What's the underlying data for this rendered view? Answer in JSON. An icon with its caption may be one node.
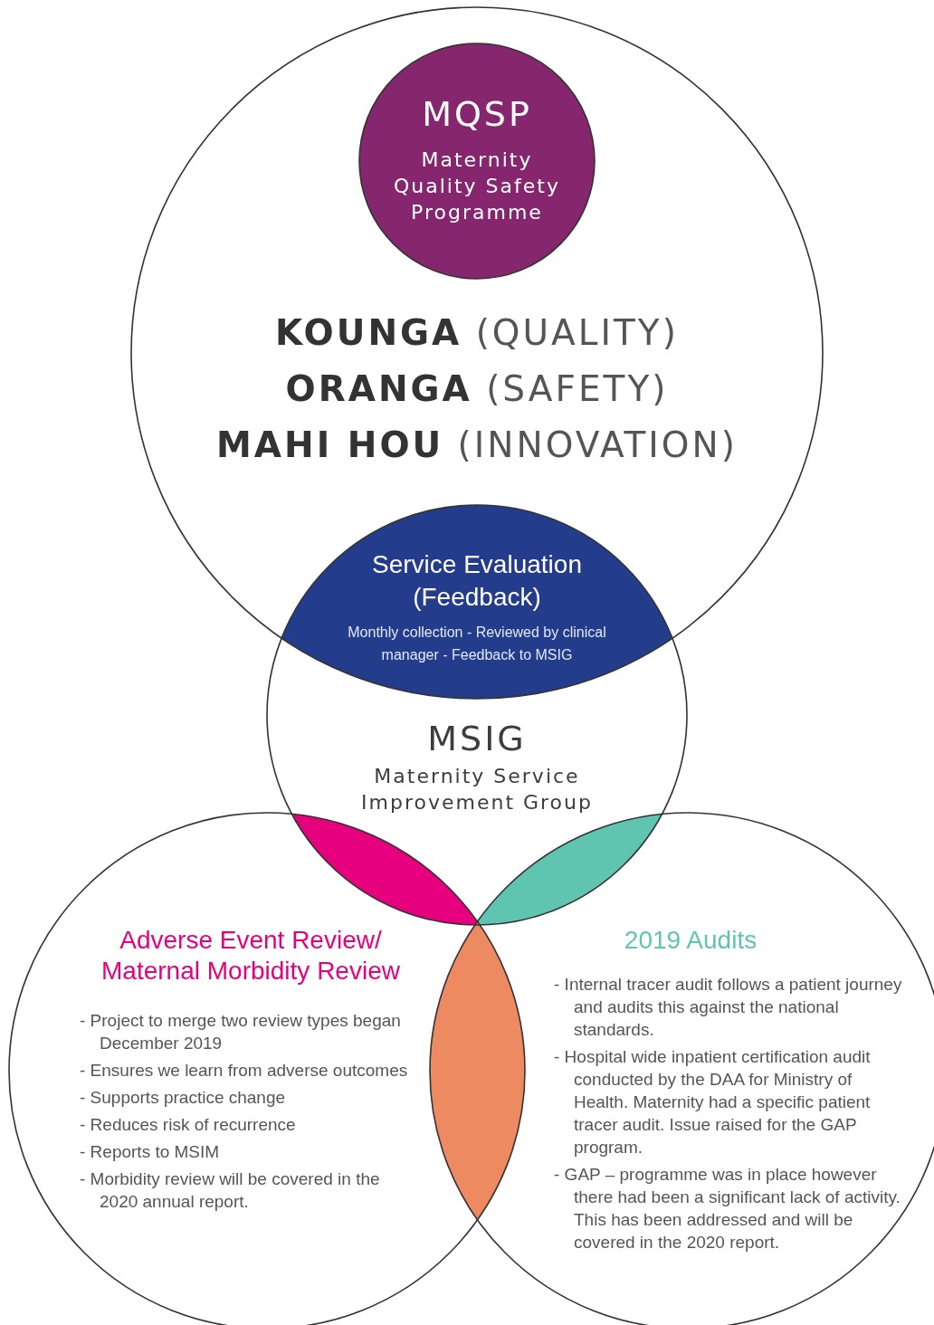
{
  "diagram": {
    "nodes": [
      {
        "text": [
          "**KOUNGA** (QUALITY)",
          "**ORANGA** (SAFETY)",
          "**MAHI HOU** (INNOVATION)"
        ]
      },
      {
        "text": [
          "MQSP",
          "Maternity Quality Safety Programme"
        ],
        "in": 0
      },
      {
        "text": [
          "Service Evaluation",
          "(Feedback)",
          "Monthly collection - Reviewed by clinical manager - Feedback to MSIG"
        ]
      },
      {
        "text": [
          "MSIG",
          "Maternity Service Improvement Group"
        ]
      },
      {
        "text": [
          "Adverse Event Review/ Maternal Morbidity Review",
          "- Project to merge two review types began December 2019",
          "- Ensures we learn from adverse outcomes",
          "- Supports practice change",
          "- Reduces risk of recurrence",
          "- Reports to MSIM",
          "- Morbidity review will be covered in the 2020 annual report."
        ]
      },
      {
        "text": [
          "2019 Audits",
          "- Internal tracer audit follows a patient journey and audits this against the national standards.",
          "- Hospital wide inpatient certification audit conducted by the DAA for Ministry of Health. Maternity had a specific patient tracer audit. Issue raised for the GAP program.",
          "- GAP – programme was in place however there had been a significant lack of activity. This has been addressed and will be covered in the 2020 report."
        ]
      },
      {
        "text": [],
        "shape": "lens"
      },
      {
        "text": [],
        "shape": "lens"
      },
      {
        "text": [],
        "shape": "lens"
      }
    ]
  }
}
